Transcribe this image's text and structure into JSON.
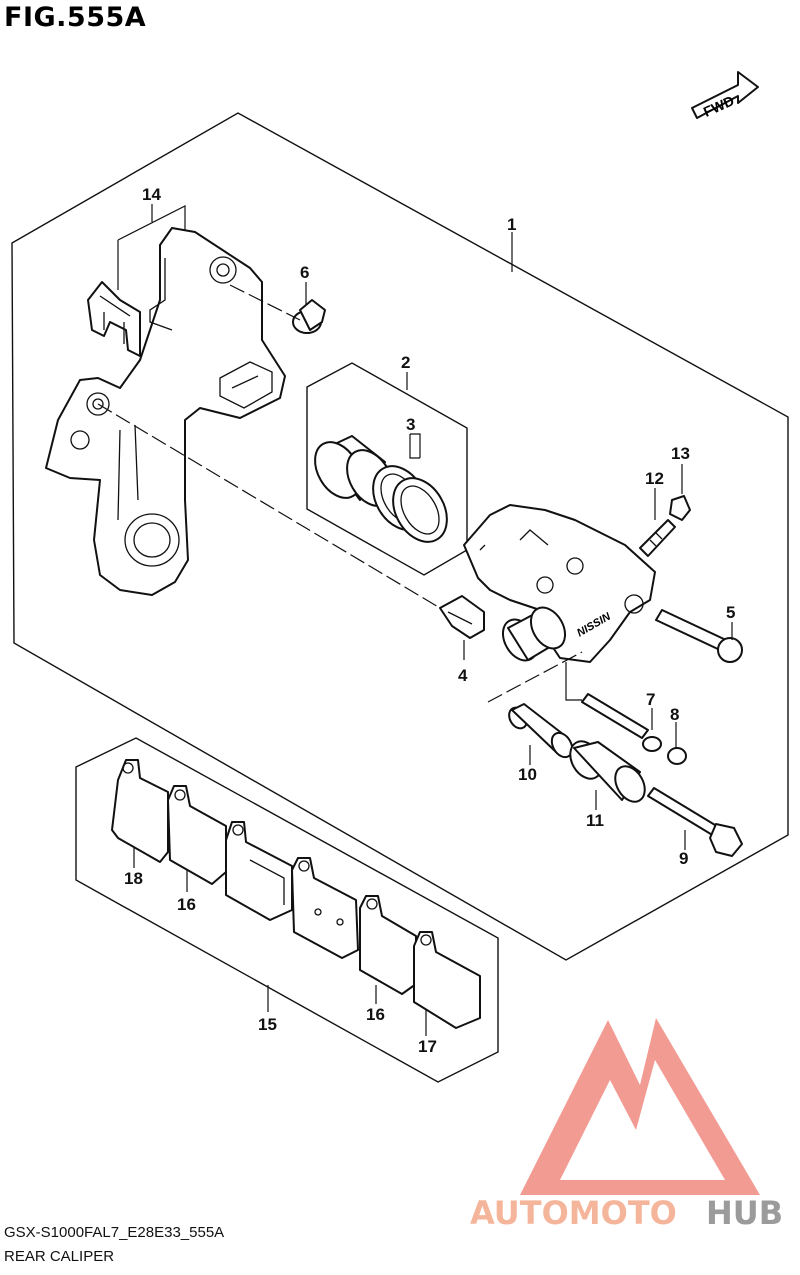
{
  "figure": {
    "title": "FIG.555A",
    "model_code": "GSX-S1000FAL7_E28E33_555A",
    "section_name": "REAR CALIPER",
    "direction_badge": "FWD"
  },
  "watermark": {
    "brand_part1": "AUTOMOTO",
    "brand_part2": "HUB",
    "color_primary": "#f4a98a",
    "color_secondary": "#8a8a8a",
    "logo_color": "#f08a80"
  },
  "callouts": {
    "c1": "1",
    "c2": "2",
    "c3": "3",
    "c4": "4",
    "c5": "5",
    "c6": "6",
    "c7": "7",
    "c8": "8",
    "c9": "9",
    "c10": "10",
    "c11": "11",
    "c12": "12",
    "c13": "13",
    "c14": "14",
    "c15": "15",
    "c16a": "16",
    "c16b": "16",
    "c17": "17",
    "c18": "18"
  },
  "caliper_logo": "NISSIN"
}
